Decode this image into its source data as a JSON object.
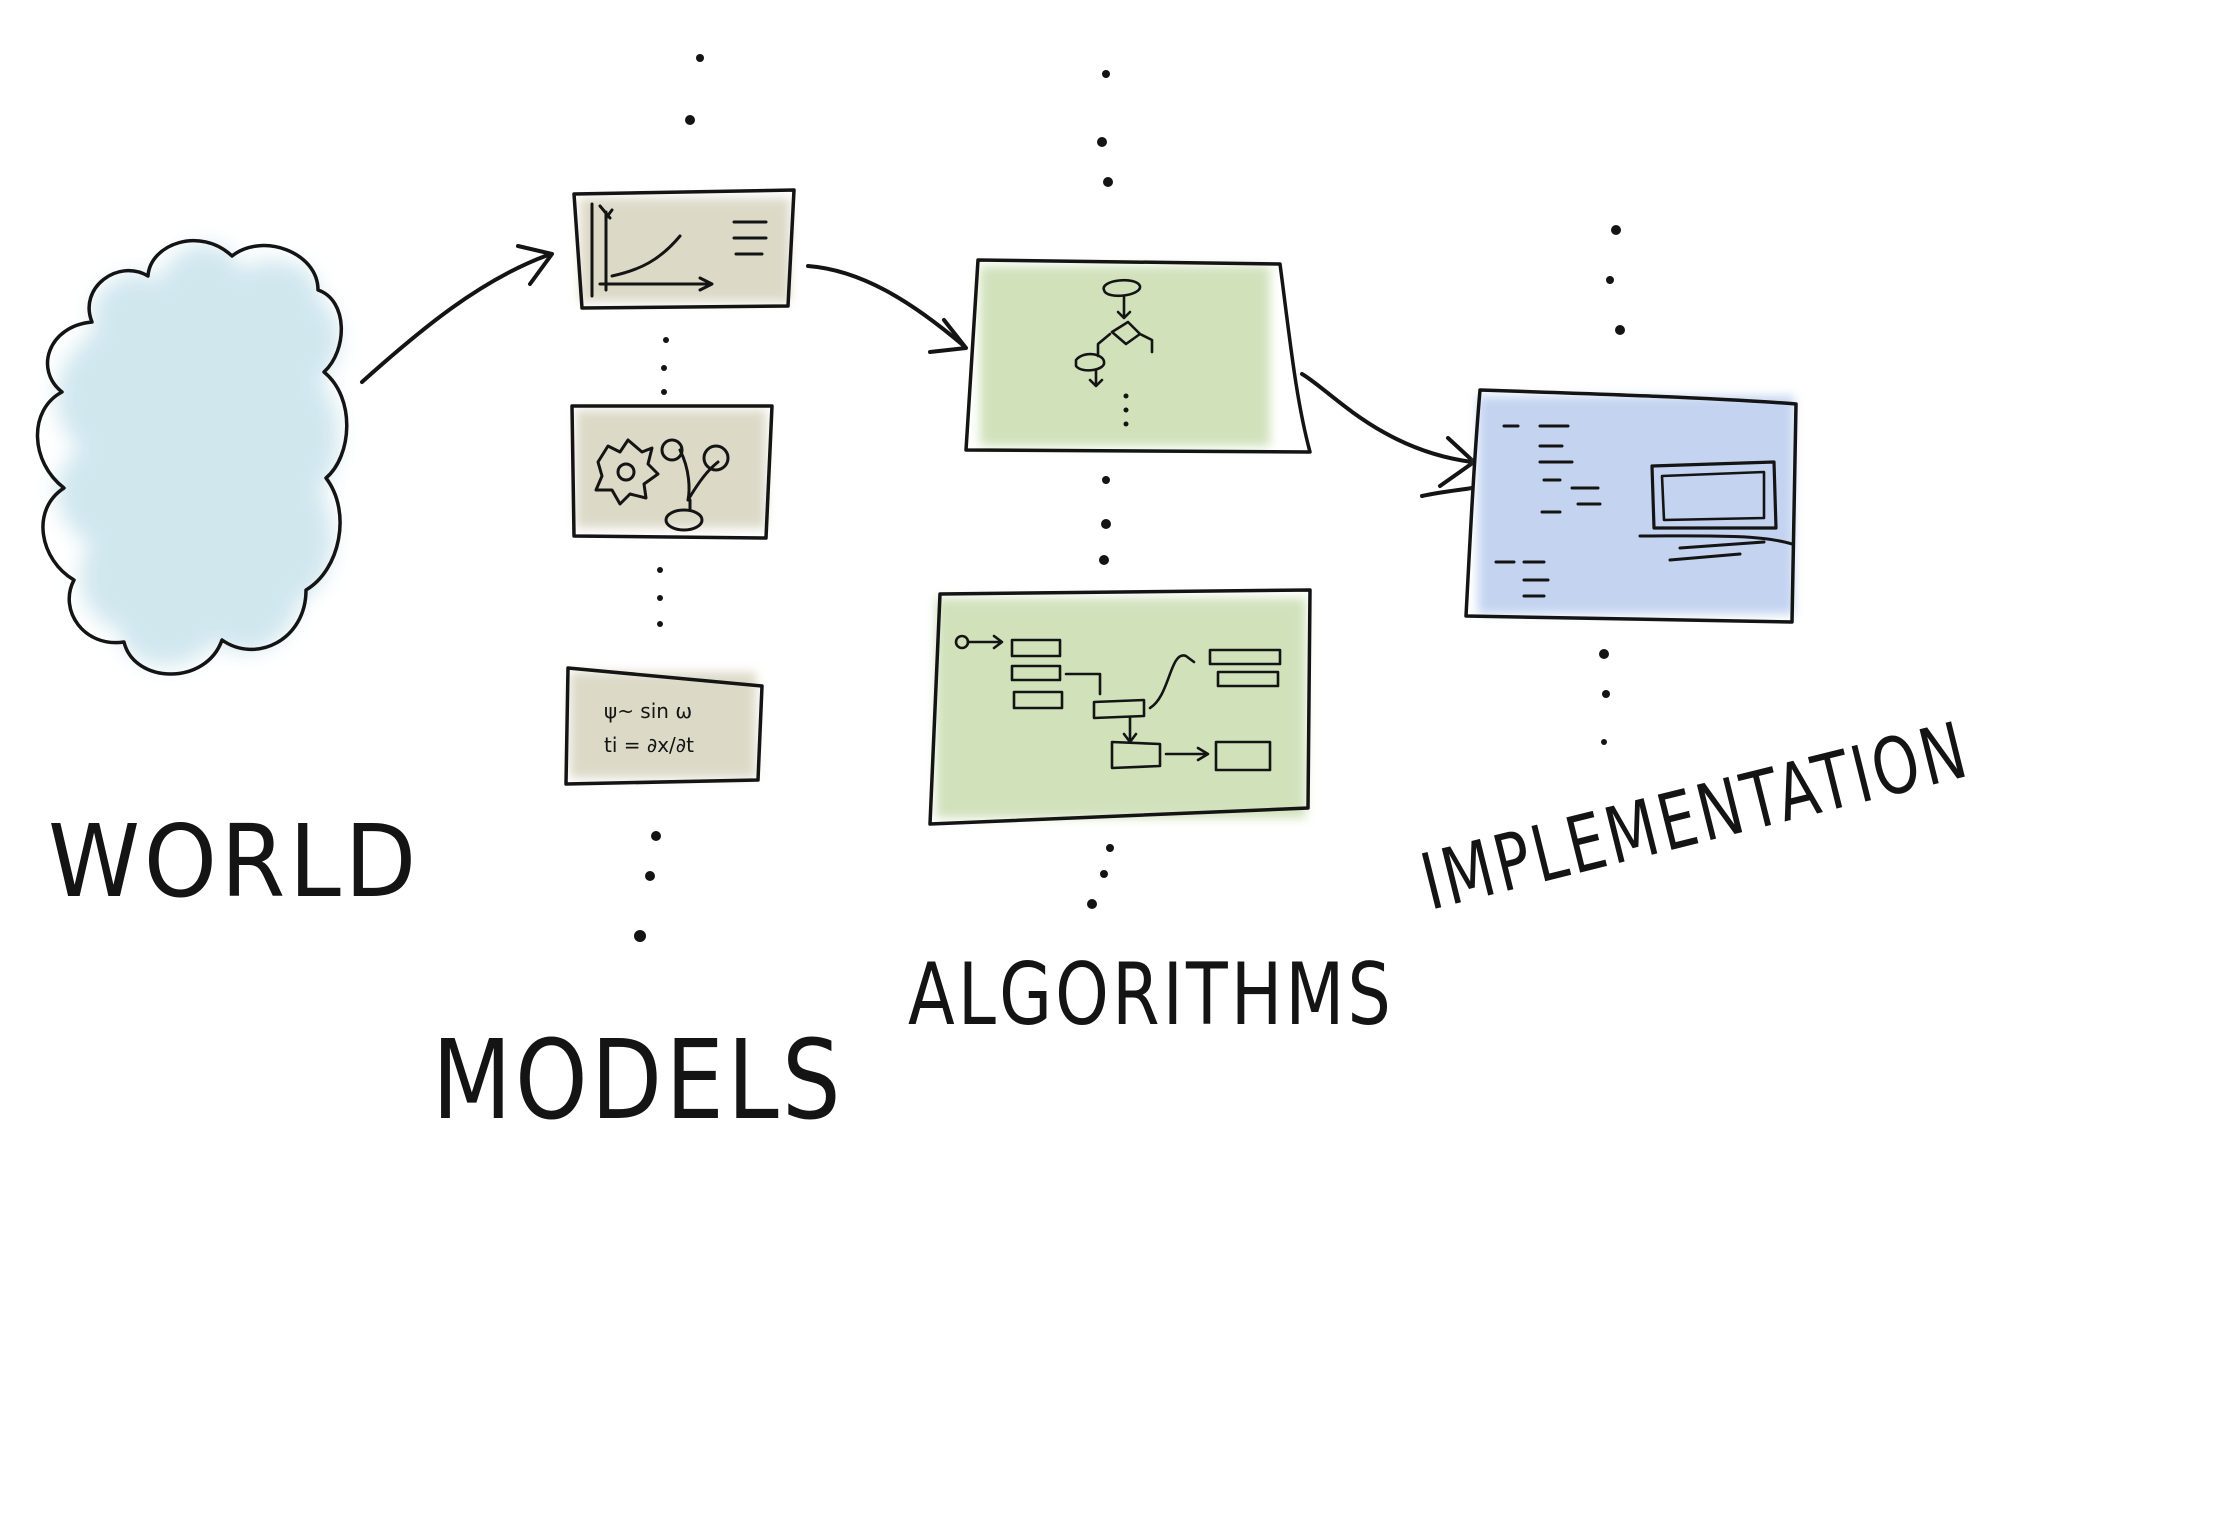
{
  "labels": {
    "world": "WORLD",
    "models": "MODELS",
    "algorithms": "ALGORITHMS",
    "implementation": "IMPLEMENTATION"
  },
  "model_card_3": {
    "line1": "ψ~ sin ω",
    "line2": "ti = ∂x/∂t"
  },
  "colors": {
    "ink": "#141414",
    "cloud_fill": "#cfe6ee",
    "model_fill": "#d9d6c2",
    "algorithm_fill": "#c9ddb0",
    "implementation_fill": "#b9ccee"
  }
}
